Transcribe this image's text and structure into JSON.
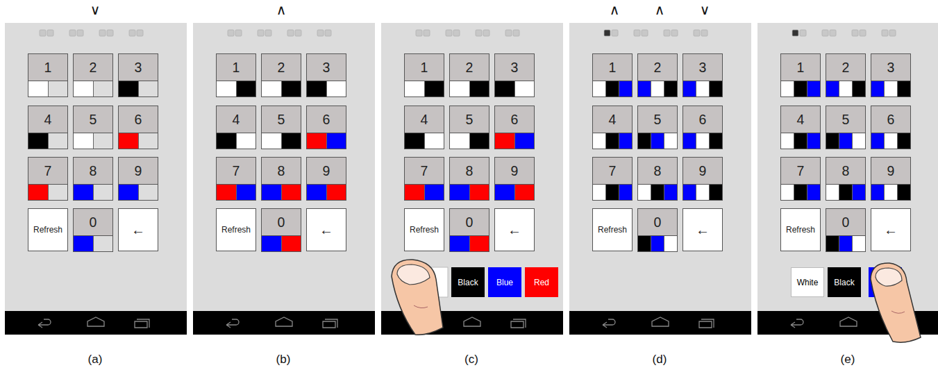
{
  "diagram": {
    "nodes": [
      {
        "text": [
          "1"
        ]
      },
      {
        "text": [
          "2"
        ]
      },
      {
        "text": [
          "3"
        ]
      },
      {
        "text": [
          "4"
        ]
      },
      {
        "text": [
          "5"
        ]
      },
      {
        "text": [
          "6"
        ]
      },
      {
        "text": [
          "7"
        ]
      },
      {
        "text": [
          "8"
        ]
      },
      {
        "text": [
          "9"
        ]
      },
      {
        "text": [
          "Refresh"
        ]
      },
      {
        "text": [
          "0"
        ]
      },
      {
        "text": [
          "←"
        ]
      },
      {
        "text": [
          "1"
        ]
      },
      {
        "text": [
          "2"
        ]
      },
      {
        "text": [
          "3"
        ]
      },
      {
        "text": [
          "4"
        ]
      },
      {
        "text": [
          "5"
        ]
      },
      {
        "text": [
          "6"
        ]
      },
      {
        "text": [
          "7"
        ]
      },
      {
        "text": [
          "8"
        ]
      },
      {
        "text": [
          "9"
        ]
      },
      {
        "text": [
          "Refresh"
        ]
      },
      {
        "text": [
          "0"
        ]
      },
      {
        "text": [
          "←"
        ]
      },
      {
        "text": [
          "1"
        ]
      },
      {
        "text": [
          "2"
        ]
      },
      {
        "text": [
          "3"
        ]
      },
      {
        "text": [
          "4"
        ]
      },
      {
        "text": [
          "5"
        ]
      },
      {
        "text": [
          "6"
        ]
      },
      {
        "text": [
          "7"
        ]
      },
      {
        "text": [
          "8"
        ]
      },
      {
        "text": [
          "9"
        ]
      },
      {
        "text": [
          "Refresh"
        ]
      },
      {
        "text": [
          "0"
        ]
      },
      {
        "text": [
          "←"
        ]
      },
      {
        "text": [
          "Black"
        ]
      },
      {
        "text": [
          "Blue"
        ]
      },
      {
        "text": [
          "Red"
        ]
      },
      {
        "text": [
          "1"
        ]
      },
      {
        "text": [
          "2"
        ]
      },
      {
        "text": [
          "3"
        ]
      },
      {
        "text": [
          "4"
        ]
      },
      {
        "text": [
          "5"
        ]
      },
      {
        "text": [
          "6"
        ]
      },
      {
        "text": [
          "7"
        ]
      },
      {
        "text": [
          "8"
        ]
      },
      {
        "text": [
          "9"
        ]
      },
      {
        "text": [
          "Refresh"
        ]
      },
      {
        "text": [
          "0"
        ]
      },
      {
        "text": [
          "←"
        ]
      },
      {
        "text": [
          "1"
        ]
      },
      {
        "text": [
          "2"
        ]
      },
      {
        "text": [
          "3"
        ]
      },
      {
        "text": [
          "4"
        ]
      },
      {
        "text": [
          "5"
        ]
      },
      {
        "text": [
          "6"
        ]
      },
      {
        "text": [
          "7"
        ]
      },
      {
        "text": [
          "8"
        ]
      },
      {
        "text": [
          "9"
        ]
      },
      {
        "text": [
          "Refresh"
        ]
      },
      {
        "text": [
          "0"
        ]
      },
      {
        "text": [
          "←"
        ]
      },
      {
        "text": [
          "White"
        ]
      },
      {
        "text": [
          "Black"
        ]
      }
    ],
    "labels": [
      "∨",
      "∧",
      "∧",
      "∧",
      "∨",
      "(a)",
      "(b)",
      "(c)",
      "(d)",
      "(e)"
    ]
  }
}
